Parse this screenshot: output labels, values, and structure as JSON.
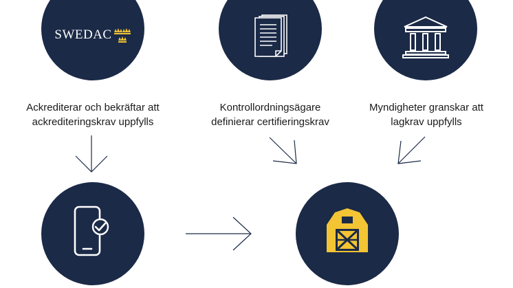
{
  "colors": {
    "circle": "#1b2a47",
    "line": "#1b2a47",
    "accent": "#f3c433",
    "icon": "#ffffff"
  },
  "swedac": {
    "logo_text": "SWEDAC",
    "caption_line1": "Ackrediterar och bekräftar att",
    "caption_line2": "ackrediteringskrav uppfylls"
  },
  "owner": {
    "icon": "document-icon",
    "caption_line1": "Kontrollordningsägare",
    "caption_line2": "definierar certifieringskrav"
  },
  "authority": {
    "icon": "government-building-icon",
    "caption_line1": "Myndigheter granskar att",
    "caption_line2": "lagkrav uppfylls"
  },
  "certification": {
    "icon": "mobile-check-icon"
  },
  "farm": {
    "icon": "barn-icon"
  }
}
